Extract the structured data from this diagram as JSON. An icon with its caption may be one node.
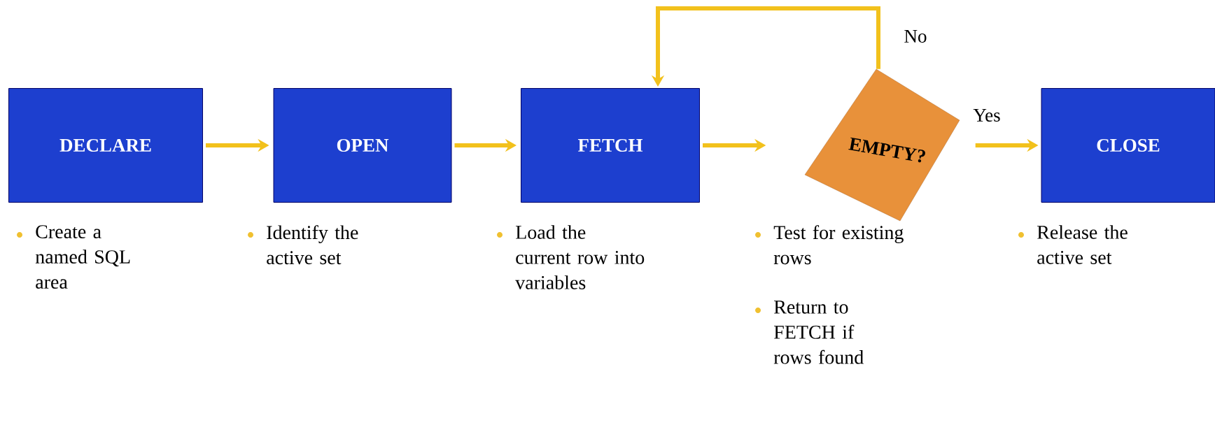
{
  "diagram": {
    "nodes": [
      {
        "text": [
          "DECLARE"
        ],
        "beside": [
          "Create a named SQL area"
        ]
      },
      {
        "text": [
          "OPEN"
        ],
        "beside": [
          "Identify the active set"
        ]
      },
      {
        "text": [
          "FETCH"
        ],
        "beside": [
          "Load the current row into variables"
        ]
      },
      {
        "text": [
          "EMPTY?"
        ],
        "beside": [
          "Test for existing rows",
          "Return to FETCH if rows found"
        ]
      },
      {
        "text": [
          "CLOSE"
        ],
        "beside": [
          "Release the active set"
        ]
      }
    ],
    "edges": [
      {
        "from": 0,
        "to": 1,
        "arrow": "to"
      },
      {
        "from": 1,
        "to": 2,
        "arrow": "to"
      },
      {
        "from": 2,
        "to": 3,
        "arrow": "to"
      },
      {
        "from": 3,
        "to": 4,
        "arrow": "to",
        "label": "Yes"
      },
      {
        "from": 3,
        "to": 2,
        "arrow": "to",
        "label": "No"
      }
    ]
  }
}
